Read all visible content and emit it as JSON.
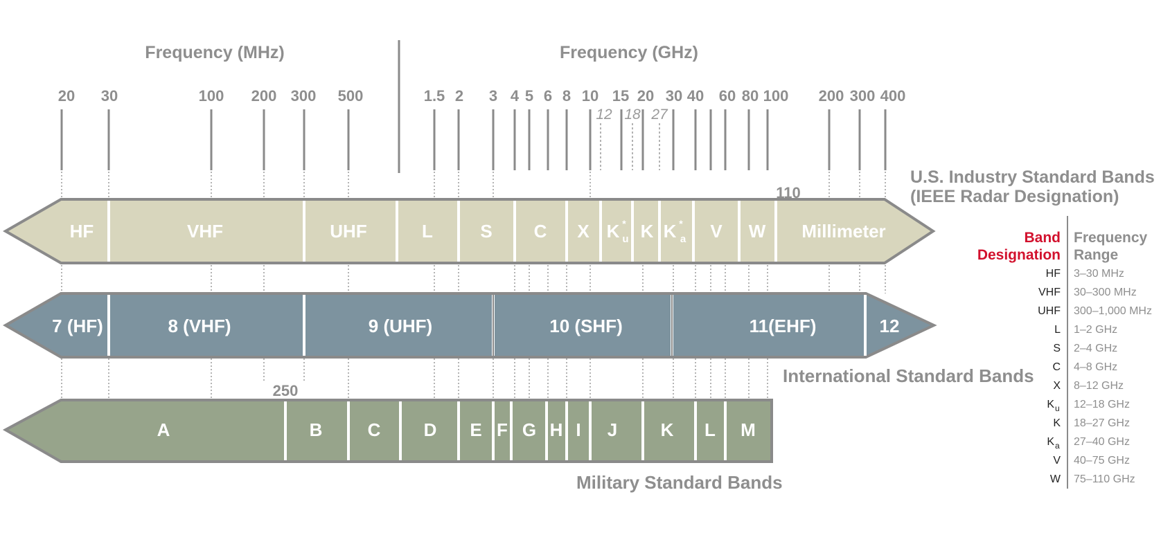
{
  "headings": {
    "mhz": "Frequency (MHz)",
    "ghz": "Frequency (GHz)"
  },
  "ticks": {
    "main": [
      "20",
      "30",
      "100",
      "200",
      "300",
      "500",
      "1.5",
      "2",
      "3",
      "4",
      "5",
      "6",
      "8",
      "10",
      "15",
      "20",
      "30",
      "40",
      "60",
      "80",
      "100",
      "200",
      "300",
      "400"
    ],
    "minor": [
      "12",
      "18",
      "27"
    ],
    "ieee_extra": "110",
    "military_extra": "250"
  },
  "rows": {
    "ieee": {
      "title_line1": "U.S. Industry Standard Bands",
      "title_line2": "(IEEE Radar Designation)",
      "color": "#d8d6bd",
      "bands": [
        "HF",
        "VHF",
        "UHF",
        "L",
        "S",
        "C",
        "X",
        "K",
        "K",
        "K",
        "V",
        "W",
        "Millimeter"
      ],
      "subscripts": {
        "ku": "u",
        "ka": "a"
      },
      "star": "*"
    },
    "international": {
      "title": "International Standard Bands",
      "color": "#7d939f",
      "bands": [
        "7 (HF)",
        "8 (VHF)",
        "9 (UHF)",
        "10 (SHF)",
        "11(EHF)",
        "12"
      ]
    },
    "military": {
      "title": "Military Standard Bands",
      "color": "#97a48b",
      "bands": [
        "A",
        "B",
        "C",
        "D",
        "E",
        "F",
        "G",
        "H",
        "I",
        "J",
        "K",
        "L",
        "M"
      ]
    }
  },
  "colors": {
    "gray_text": "#8e8e8e",
    "tick_line": "#8a8a8a",
    "band_border": "#888888",
    "red_heading": "#d2112d"
  },
  "table": {
    "header_band_1": "Band",
    "header_band_2": "Designation",
    "header_range_1": "Frequency",
    "header_range_2": "Range",
    "rows": [
      {
        "band": "HF",
        "range": "3–30 MHz"
      },
      {
        "band": "VHF",
        "range": "30–300 MHz"
      },
      {
        "band": "UHF",
        "range": "300–1,000 MHz"
      },
      {
        "band": "L",
        "range": "1–2 GHz"
      },
      {
        "band": "S",
        "range": "2–4 GHz"
      },
      {
        "band": "C",
        "range": "4–8 GHz"
      },
      {
        "band": "X",
        "range": "8–12 GHz"
      },
      {
        "band": "K",
        "sub": "u",
        "range": "12–18 GHz"
      },
      {
        "band": "K",
        "range": "18–27 GHz"
      },
      {
        "band": "K",
        "sub": "a",
        "range": "27–40 GHz"
      },
      {
        "band": "V",
        "range": "40–75 GHz"
      },
      {
        "band": "W",
        "range": "75–110 GHz"
      }
    ]
  }
}
